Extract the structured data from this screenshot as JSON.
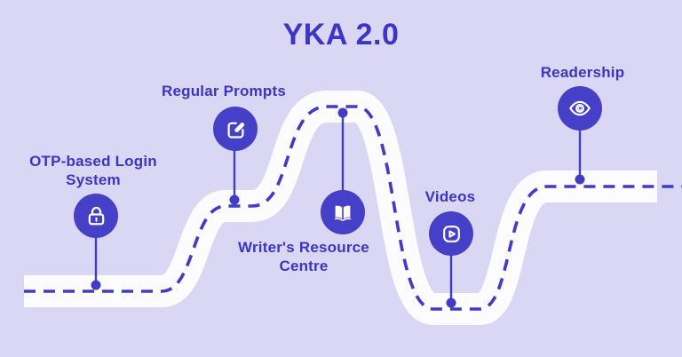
{
  "title": "YKA 2.0",
  "colors": {
    "background": "#d9d7f4",
    "road": "#fcfbfe",
    "indigo_accent": "#463fc8",
    "text_indigo": "#3b35c1",
    "dash_line": "#423bc6"
  },
  "milestones": [
    {
      "label": "OTP-based Login System",
      "icon": "lock-icon"
    },
    {
      "label": "Regular Prompts",
      "icon": "edit-icon"
    },
    {
      "label": "Writer's Resource Centre",
      "icon": "book-open-icon"
    },
    {
      "label": "Videos",
      "icon": "play-icon"
    },
    {
      "label": "Readership",
      "icon": "eye-icon"
    }
  ]
}
